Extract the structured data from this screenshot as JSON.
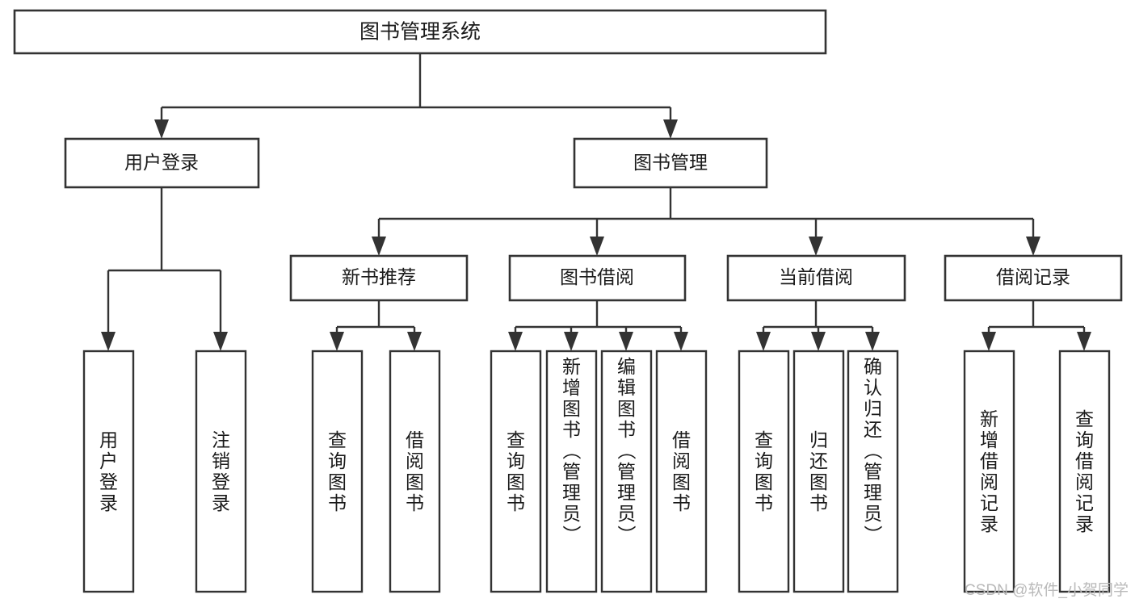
{
  "diagram": {
    "type": "tree-hierarchy",
    "title": "图书管理系统",
    "root": {
      "id": "root",
      "label": "图书管理系统"
    },
    "level2": [
      {
        "id": "user-login",
        "label": "用户登录"
      },
      {
        "id": "book-manage",
        "label": "图书管理"
      }
    ],
    "level3": [
      {
        "id": "new-book-recommend",
        "label": "新书推荐",
        "parent": "book-manage"
      },
      {
        "id": "book-borrow",
        "label": "图书借阅",
        "parent": "book-manage"
      },
      {
        "id": "current-borrow",
        "label": "当前借阅",
        "parent": "book-manage"
      },
      {
        "id": "borrow-record",
        "label": "借阅记录",
        "parent": "book-manage"
      }
    ],
    "leaves": [
      {
        "id": "leaf-user-login",
        "label": "用户登录",
        "parent": "user-login",
        "align": "middle"
      },
      {
        "id": "leaf-user-logout",
        "label": "注销登录",
        "parent": "user-login",
        "align": "middle"
      },
      {
        "id": "leaf-query-book-1",
        "label": "查询图书",
        "parent": "new-book-recommend",
        "align": "middle"
      },
      {
        "id": "leaf-borrow-book-1",
        "label": "借阅图书",
        "parent": "new-book-recommend",
        "align": "middle"
      },
      {
        "id": "leaf-query-book-2",
        "label": "查询图书",
        "parent": "book-borrow",
        "align": "middle"
      },
      {
        "id": "leaf-add-book",
        "label": "新增图书（管理员）",
        "parent": "book-borrow",
        "align": "top"
      },
      {
        "id": "leaf-edit-book",
        "label": "编辑图书（管理员）",
        "parent": "book-borrow",
        "align": "top"
      },
      {
        "id": "leaf-borrow-book-2",
        "label": "借阅图书",
        "parent": "book-borrow",
        "align": "middle"
      },
      {
        "id": "leaf-query-book-3",
        "label": "查询图书",
        "parent": "current-borrow",
        "align": "middle"
      },
      {
        "id": "leaf-return-book",
        "label": "归还图书",
        "parent": "current-borrow",
        "align": "middle"
      },
      {
        "id": "leaf-confirm-return",
        "label": "确认归还（管理员）",
        "parent": "current-borrow",
        "align": "top"
      },
      {
        "id": "leaf-add-record",
        "label": "新增借阅记录",
        "parent": "borrow-record",
        "align": "middle"
      },
      {
        "id": "leaf-query-record",
        "label": "查询借阅记录",
        "parent": "borrow-record",
        "align": "middle"
      }
    ]
  },
  "watermark": {
    "text": "CSDN @软件_小贺同学"
  },
  "colors": {
    "stroke": "#333333",
    "fill": "#ffffff",
    "text": "#1a1a1a",
    "watermark": "#b9b9b9"
  }
}
